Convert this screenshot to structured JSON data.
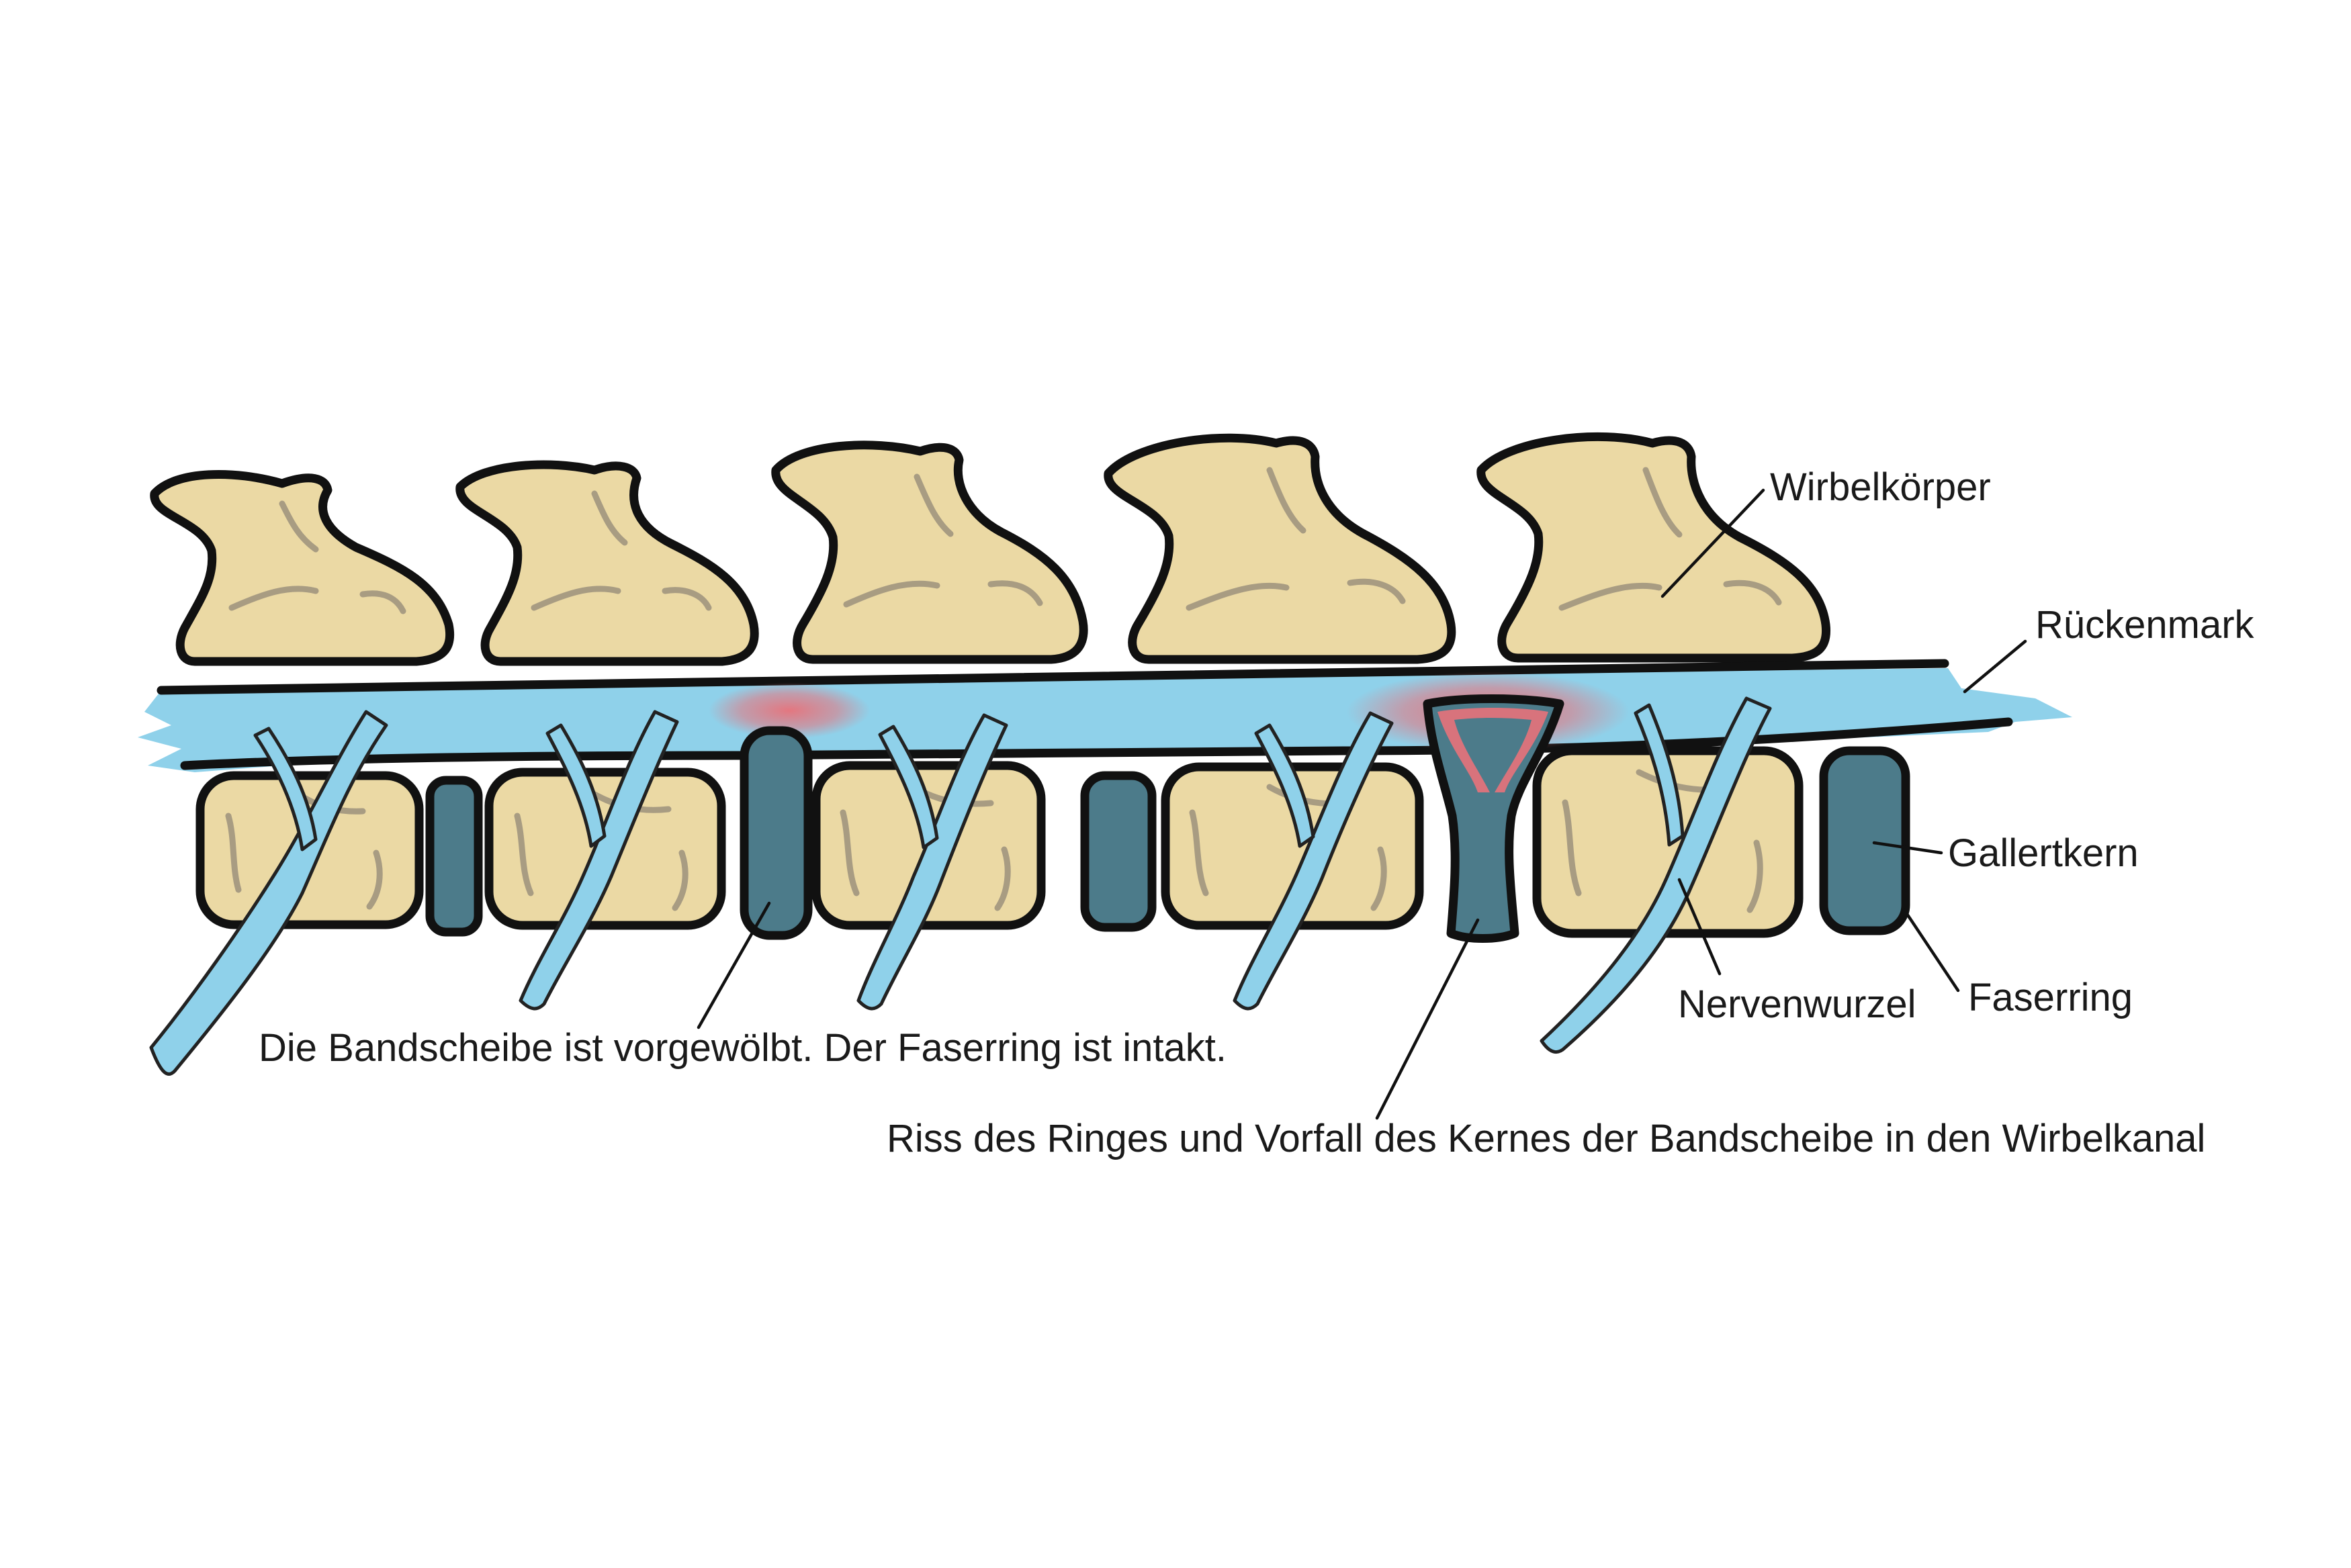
{
  "diagram": {
    "labels": {
      "vertebral_body": "Wirbelkörper",
      "spinal_cord": "Rückenmark",
      "nucleus": "Gallertkern",
      "annulus": "Faserring",
      "nerve_root": "Nervenwurzel",
      "bulge_caption": "Die Bandscheibe ist vorgewölbt. Der Faserring ist intakt.",
      "prolapse_caption": "Riss des Ringes und Vorfall des Kernes der Bandscheibe in den Wirbelkanal"
    },
    "colors": {
      "bone": "#ebd9a4",
      "bone_speckle": "#a89c82",
      "spinal_cord": "#8fd1ea",
      "disc": "#4c7b8a",
      "inflammation": "#e8727a",
      "outline": "#111111"
    }
  }
}
